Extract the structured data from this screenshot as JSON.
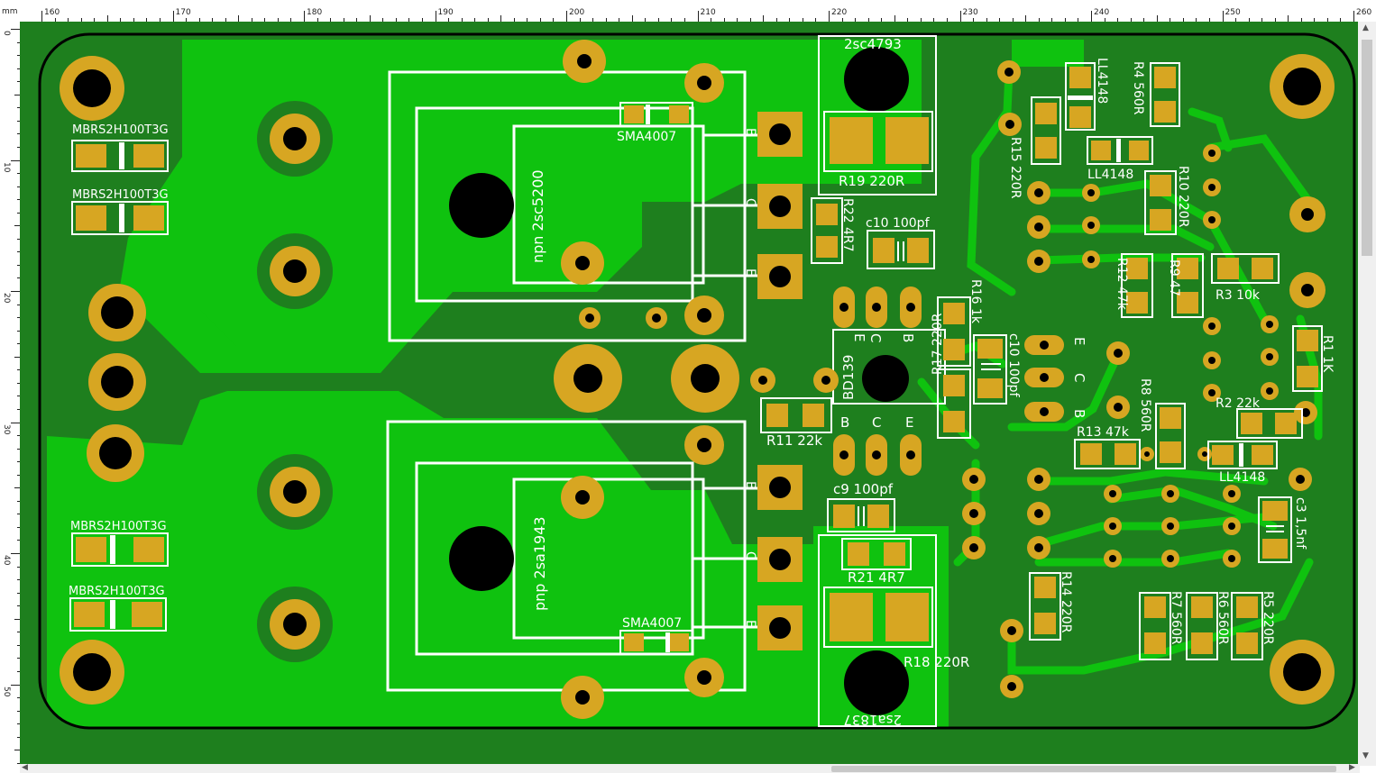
{
  "ruler": {
    "unit": "mm",
    "top_labels": [
      "160",
      "170",
      "180",
      "190",
      "200",
      "210",
      "220",
      "230",
      "240",
      "250",
      "260"
    ],
    "left_labels": [
      "0",
      "10",
      "20",
      "30",
      "40",
      "50"
    ]
  },
  "board": {
    "colors": {
      "board": "#1e7f1e",
      "pour": "#0fc20f",
      "pad": "#d7a622",
      "silk": "#ffffff",
      "outline": "#000000"
    },
    "labels": {
      "d1": "MBRS2H100T3G",
      "d2": "MBRS2H100T3G",
      "d3": "MBRS2H100T3G",
      "d4": "MBRS2H100T3G",
      "sma_top": "SMA4007",
      "sma_bot": "SMA4007",
      "q_top": "npn 2sc5200",
      "q_bot": "pnp 2sa1943",
      "drv_top": "2sc4793",
      "drv_bot": "2sa1837",
      "r19": "R19 220R",
      "r18": "R18 220R",
      "r22": "R22 4R7",
      "r21": "R21 4R7",
      "c10a": "c10 100pf",
      "c10b": "c10 100pf",
      "c9": "c9 100pf",
      "c3": "c3 1,5nf",
      "r16": "R16 1k",
      "r17": "R17 220R",
      "r11": "R11 22k",
      "bd139": "BD139",
      "r15": "R15 220R",
      "r4": "R4 560R",
      "r10": "R10 220R",
      "r12": "R12 47k",
      "r9": "R9 47",
      "r3": "R3 10k",
      "r1": "R1 1K",
      "r8": "R8 560R",
      "r2": "R2 22k",
      "r13": "R13 47k",
      "r14": "R14 220R",
      "r7": "R7 560R",
      "r6": "R6 560R",
      "r5": "R5 220R",
      "ll1": "LL4148",
      "ll2": "LL4148",
      "ll3": "LL4148",
      "pin_b": "B",
      "pin_c": "C",
      "pin_e": "E"
    }
  }
}
